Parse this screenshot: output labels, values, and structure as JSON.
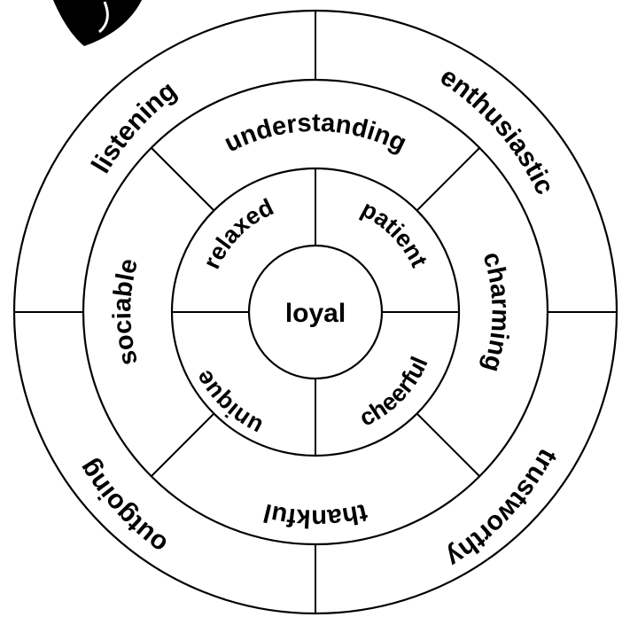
{
  "center": {
    "label": "loyal"
  },
  "inner_ring": [
    {
      "label": "relaxed"
    },
    {
      "label": "patient"
    },
    {
      "label": "cheerful"
    },
    {
      "label": "unique"
    }
  ],
  "middle_ring": [
    {
      "label": "understanding"
    },
    {
      "label": "charming"
    },
    {
      "label": "thankful"
    },
    {
      "label": "sociable"
    }
  ],
  "outer_ring": [
    {
      "label": "listening"
    },
    {
      "label": "enthusiastic"
    },
    {
      "label": "trustworthy"
    },
    {
      "label": "outgoing"
    }
  ],
  "corner_decoration": {
    "icon": "black-curved-shape-icon"
  },
  "colors": {
    "ink": "#000000",
    "paper": "#ffffff"
  }
}
